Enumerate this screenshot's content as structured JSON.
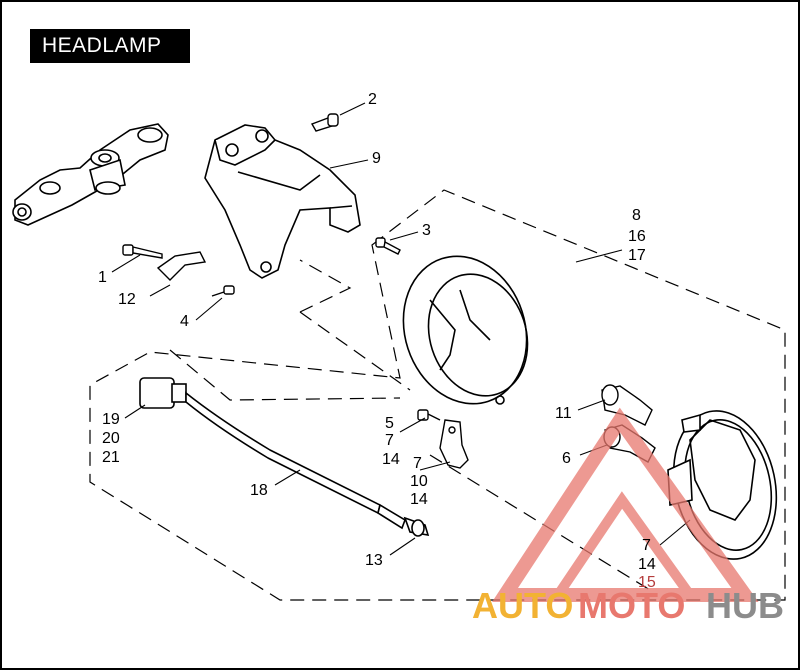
{
  "title": "HEADLAMP",
  "callouts": {
    "c2": "2",
    "c9": "9",
    "c3": "3",
    "c8": "8",
    "c16": "16",
    "c17": "17",
    "c1": "1",
    "c12": "12",
    "c4": "4",
    "c11": "11",
    "c6": "6",
    "c5": "5",
    "c7a": "7",
    "c14a": "14",
    "c7b": "7",
    "c10": "10",
    "c14b": "14",
    "c19": "19",
    "c20": "20",
    "c21": "21",
    "c18": "18",
    "c13": "13",
    "c7c": "7",
    "c14c": "14",
    "c15": "15"
  },
  "watermark": {
    "part1": "AUTO",
    "part2": "MOTO",
    "part3": "HUB"
  },
  "colors": {
    "watermark_orange": "#f2b233",
    "watermark_red": "#e8786e",
    "watermark_gray": "#8c8c8c"
  }
}
